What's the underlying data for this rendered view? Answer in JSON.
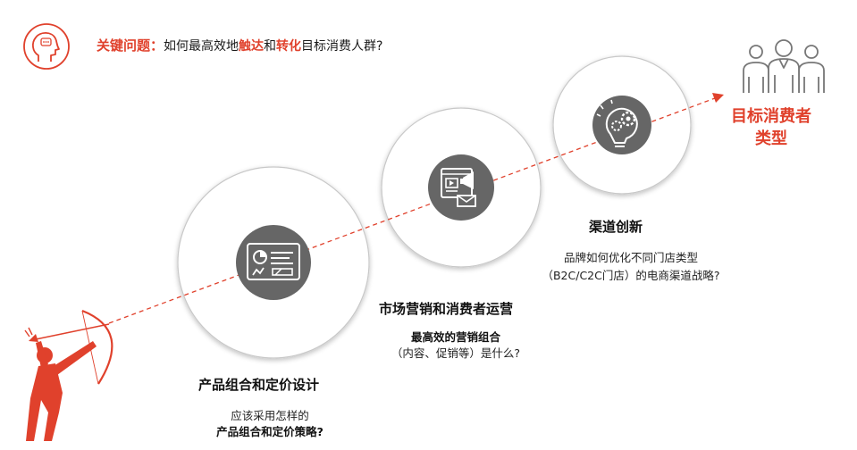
{
  "header": {
    "label": "关键问题：",
    "text_1": "如何最高效地",
    "highlight_1": "触达",
    "text_2": "和",
    "highlight_2": "转化",
    "text_3": "目标消费人群?"
  },
  "stages": [
    {
      "title": "产品组合和定价设计",
      "lines": [
        "应该采用怎样的",
        "产品组合和定价策略?"
      ],
      "icon": "dashboard-icon"
    },
    {
      "title": "市场营销和消费者运营",
      "lines": [
        "最高效的营销组合",
        "（内容、促销等）是什么?"
      ],
      "icon": "marketing-megaphone-icon"
    },
    {
      "title": "渠道创新",
      "lines": [
        "品牌如何优化不同门店类型",
        "（B2C/C2C门店）的电商渠道战略?"
      ],
      "icon": "idea-gears-icon"
    }
  ],
  "target": {
    "line_1": "目标消费者",
    "line_2": "类型",
    "icon": "people-group-icon"
  },
  "colors": {
    "accent": "#e0412c",
    "icon_disc": "#666666",
    "circle_outline": "#c8c8c8"
  }
}
